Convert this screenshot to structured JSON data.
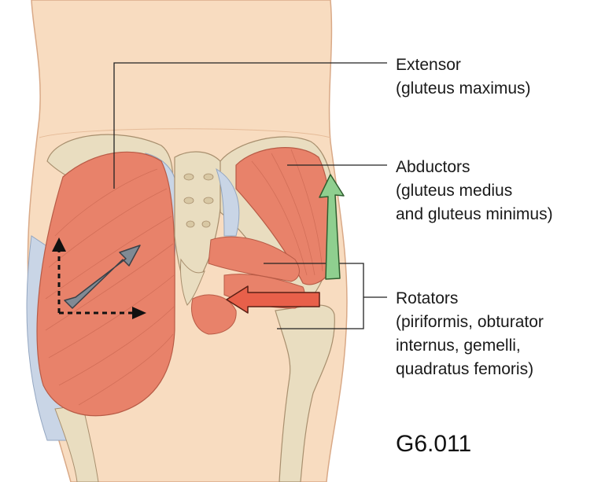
{
  "labels": {
    "extensor": {
      "line1": "Extensor",
      "line2": "(gluteus maximus)"
    },
    "abductors": {
      "line1": "Abductors",
      "line2": "(gluteus medius",
      "line3": "and gluteus minimus)"
    },
    "rotators": {
      "line1": "Rotators",
      "line2": "(piriformis, obturator",
      "line3": "internus, gemelli,",
      "line4": "quadratus femoris)"
    }
  },
  "figure_code": "G6.011",
  "colors": {
    "skin": "#f8dcc0",
    "skin_outline": "#d9a987",
    "bone": "#e9ddc0",
    "muscle": "#e8826a",
    "tendon": "#c9d5e6",
    "arrow_gray": "#808a94",
    "arrow_green": "#8fcf8f",
    "arrow_red": "#e8604a"
  },
  "icons": {
    "extension_arrow": "diagonal-arrow-icon",
    "abduction_arrow": "up-arrow-icon",
    "rotation_arrow": "left-arrow-icon",
    "axis_arrows": "dotted-axis-icon"
  }
}
